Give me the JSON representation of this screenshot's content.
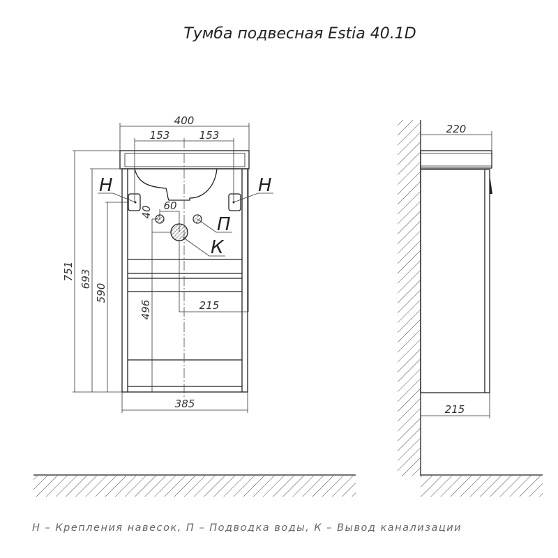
{
  "title": "Тумба подвесная Estia 40.1D",
  "front_view": {
    "dims": {
      "overall_width": "400",
      "mount_left": "153",
      "mount_right": "153",
      "height_total": "751",
      "height_body": "693",
      "height_mount": "590",
      "drain_height": "496",
      "drain_offset": "215",
      "pipe_spacing": "60",
      "pipe_drop": "40",
      "body_width": "385"
    },
    "labels": {
      "mount_left": "Н",
      "mount_right": "Н",
      "water": "П",
      "drain": "К"
    }
  },
  "side_view": {
    "dims": {
      "top_depth": "220",
      "body_depth": "215"
    }
  },
  "legend": "Н – Крепления навесок, П – Подводка воды, К – Вывод канализации"
}
